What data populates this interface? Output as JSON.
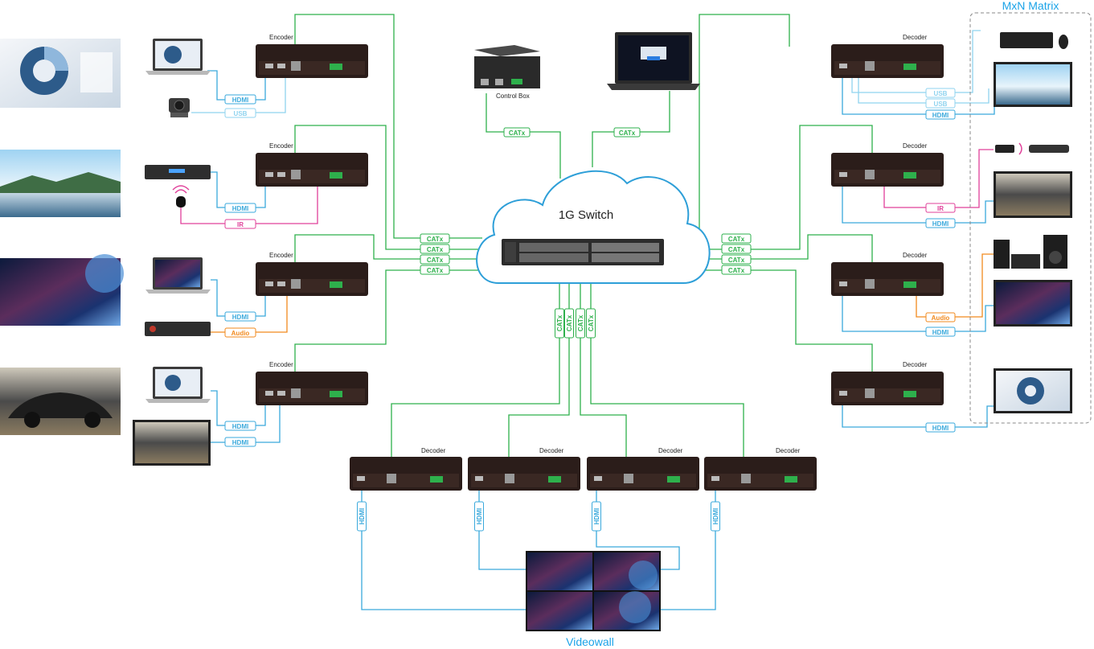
{
  "colors": {
    "hdmi": "#3aa9dc",
    "usb": "#8fd3ef",
    "catx": "#2eb04c",
    "ir": "#e0409a",
    "audio": "#f28a1e",
    "cloud_stroke": "#2e9fd8",
    "title": "#1aa3e8",
    "device_body": "#2b1d1a",
    "device_face": "#3a2823"
  },
  "labels": {
    "matrix_title": "MxN Matrix",
    "videowall_title": "Videowall",
    "switch_title": "1G Switch",
    "control_box": "Control Box",
    "encoder": "Encoder",
    "decoder": "Decoder"
  },
  "tags": {
    "hdmi": "HDMI",
    "usb": "USB",
    "catx": "CATx",
    "ir": "IR",
    "audio": "Audio"
  }
}
